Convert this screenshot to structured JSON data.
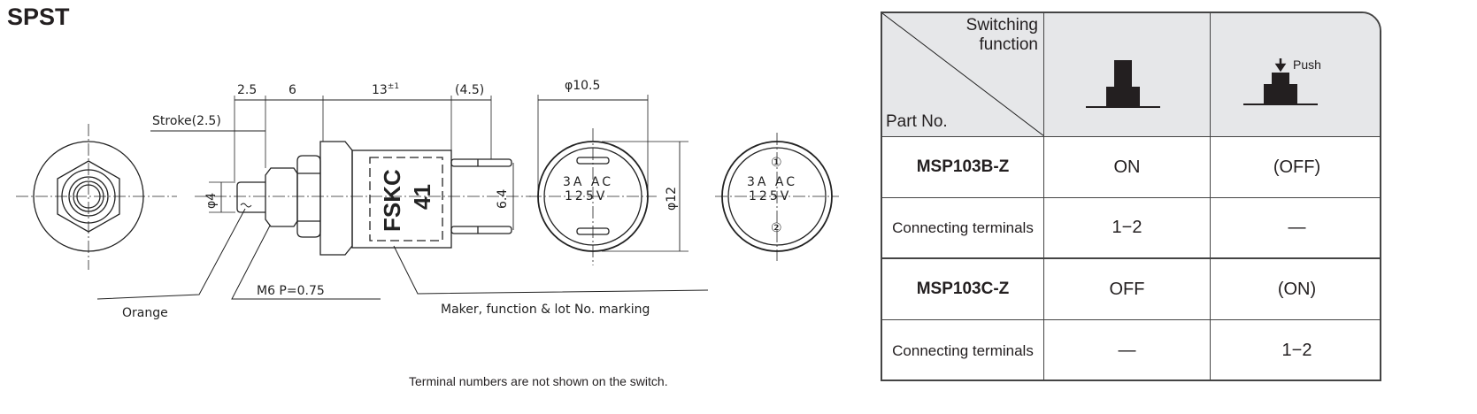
{
  "title": "SPST",
  "drawing": {
    "dims": {
      "d1": "2.5",
      "d2": "6",
      "d3": "13",
      "d3_tol": "±1",
      "d4": "(4.5)",
      "stroke": "Stroke(2.5)",
      "phi4": "φ4",
      "pitch": "6.4",
      "phi105": "φ10.5",
      "phi12": "φ12"
    },
    "marking": {
      "line1": "FSKC",
      "line2": "41"
    },
    "rating": {
      "line1": "3A AC",
      "line2": "125V"
    },
    "terminals": {
      "t1": "①",
      "t2": "②"
    },
    "callouts": {
      "orange": "Orange",
      "thread": "M6  P=0.75",
      "maker": "Maker, function & lot No. marking"
    }
  },
  "footnote": "Terminal numbers are not shown on the switch.",
  "table": {
    "header": {
      "switching": "Switching function",
      "part_no": "Part No.",
      "push_label": "Push"
    },
    "rows": [
      {
        "label": "MSP103B-Z",
        "col1": "ON",
        "col2": "(OFF)"
      },
      {
        "label": "Connecting terminals",
        "col1": "1−2",
        "col2": "—"
      },
      {
        "label": "MSP103C-Z",
        "col1": "OFF",
        "col2": "(ON)"
      },
      {
        "label": "Connecting terminals",
        "col1": "—",
        "col2": "1−2"
      }
    ]
  }
}
